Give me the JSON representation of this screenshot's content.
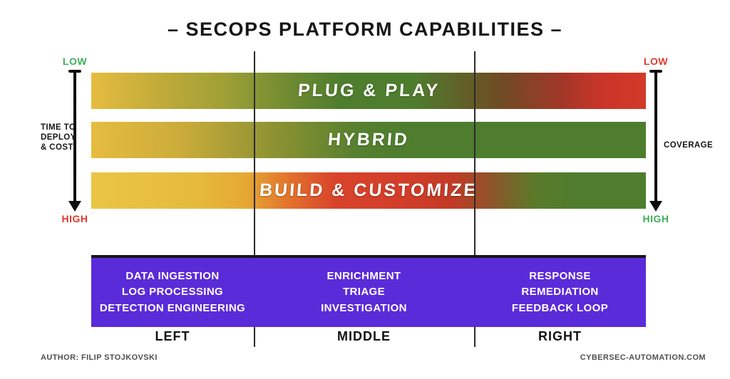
{
  "title": "– SECOPS PLATFORM CAPABILITIES –",
  "left_axis": {
    "top_label": "LOW",
    "bottom_label": "HIGH",
    "caption": "TIME TO\nDEPLOY\n& COST"
  },
  "right_axis": {
    "top_label": "LOW",
    "bottom_label": "HIGH",
    "caption": "COVERAGE"
  },
  "bars": [
    {
      "label": "PLUG & PLAY",
      "gradient": [
        [
          "#E6BC40",
          "0%"
        ],
        [
          "#BCA939",
          "14%"
        ],
        [
          "#9FA036",
          "24%"
        ],
        [
          "#6E8A31",
          "36%"
        ],
        [
          "#4E7D2E",
          "45%"
        ],
        [
          "#4E7D2E",
          "58%"
        ],
        [
          "#6F4B23",
          "74%"
        ],
        [
          "#A33727",
          "85%"
        ],
        [
          "#C93528",
          "92%"
        ],
        [
          "#D23A28",
          "100%"
        ]
      ]
    },
    {
      "label": "HYBRID",
      "gradient": [
        [
          "#E6BC40",
          "0%"
        ],
        [
          "#CBAC3A",
          "16%"
        ],
        [
          "#8D9232",
          "33%"
        ],
        [
          "#55802F",
          "48%"
        ],
        [
          "#4E7D2E",
          "56%"
        ],
        [
          "#4E7D2E",
          "100%"
        ]
      ]
    },
    {
      "label": "BUILD & CUSTOMIZE",
      "gradient": [
        [
          "#EAC546",
          "0%"
        ],
        [
          "#E6BB3D",
          "18%"
        ],
        [
          "#E6A833",
          "28%"
        ],
        [
          "#E2702C",
          "36%"
        ],
        [
          "#D8432B",
          "44%"
        ],
        [
          "#D23E29",
          "56%"
        ],
        [
          "#C33A26",
          "65%"
        ],
        [
          "#8F542A",
          "72%"
        ],
        [
          "#5A7A29",
          "80%"
        ],
        [
          "#4E7D2E",
          "88%"
        ],
        [
          "#4E7D2E",
          "100%"
        ]
      ]
    },
    {
      "start_color": "#E6BC40",
      "green_color": "#4E7D2E",
      "red_color": "#D23A28",
      "note": "bar color stops above"
    }
  ],
  "columns": [
    {
      "position": "LEFT",
      "items": [
        "DATA INGESTION",
        "LOG PROCESSING",
        "DETECTION ENGINEERING"
      ]
    },
    {
      "position": "MIDDLE",
      "items": [
        "ENRICHMENT",
        "TRIAGE",
        "INVESTIGATION"
      ]
    },
    {
      "position": "RIGHT",
      "items": [
        "RESPONSE",
        "REMEDIATION",
        "FEEDBACK LOOP"
      ]
    }
  ],
  "footer": {
    "author": "AUTHOR: FILIP STOJKOVSKI",
    "website": "CYBERSEC-AUTOMATION.COM"
  },
  "colors": {
    "low_green": "#3FAE5A",
    "high_red": "#DF392C",
    "panel_purple": "#5A2BD8",
    "divider_black": "#2B2B2B",
    "title_black": "#161616"
  }
}
